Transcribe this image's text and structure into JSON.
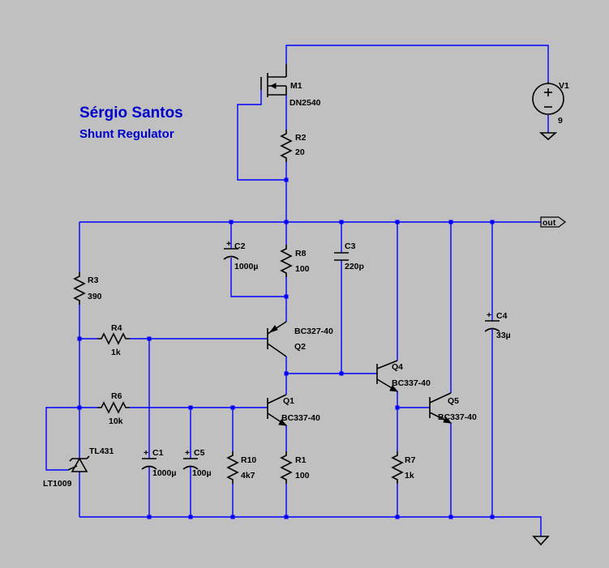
{
  "title": {
    "author": "Sérgio Santos",
    "subtitle": "Shunt Regulator"
  },
  "components": {
    "M1": {
      "name": "M1",
      "value": "DN2540"
    },
    "V1": {
      "name": "V1",
      "value": "9"
    },
    "R2": {
      "name": "R2",
      "value": "20"
    },
    "C2": {
      "name": "C2",
      "value": "1000µ"
    },
    "R8": {
      "name": "R8",
      "value": "100"
    },
    "C3": {
      "name": "C3",
      "value": "220p"
    },
    "C4": {
      "name": "C4",
      "value": "33µ"
    },
    "R3": {
      "name": "R3",
      "value": "390"
    },
    "R4": {
      "name": "R4",
      "value": "1k"
    },
    "Q2": {
      "name": "Q2",
      "value": "BC327-40"
    },
    "Q4": {
      "name": "Q4",
      "value": "BC337-40"
    },
    "Q5": {
      "name": "Q5",
      "value": "BC337-40"
    },
    "R6": {
      "name": "R6",
      "value": "10k"
    },
    "Q1": {
      "name": "Q1",
      "value": "BC337-40"
    },
    "U1": {
      "name": "TL431",
      "value": "LT1009"
    },
    "C1": {
      "name": "C1",
      "value": "1000µ"
    },
    "C5": {
      "name": "C5",
      "value": "100µ"
    },
    "R10": {
      "name": "R10",
      "value": "4k7"
    },
    "R1": {
      "name": "R1",
      "value": "100"
    },
    "R7": {
      "name": "R7",
      "value": "1k"
    }
  },
  "net_labels": {
    "out": "out"
  },
  "colors": {
    "background": "#c0c0c0",
    "wire": "#0000ff",
    "component": "#000000",
    "title": "#0000cc"
  }
}
